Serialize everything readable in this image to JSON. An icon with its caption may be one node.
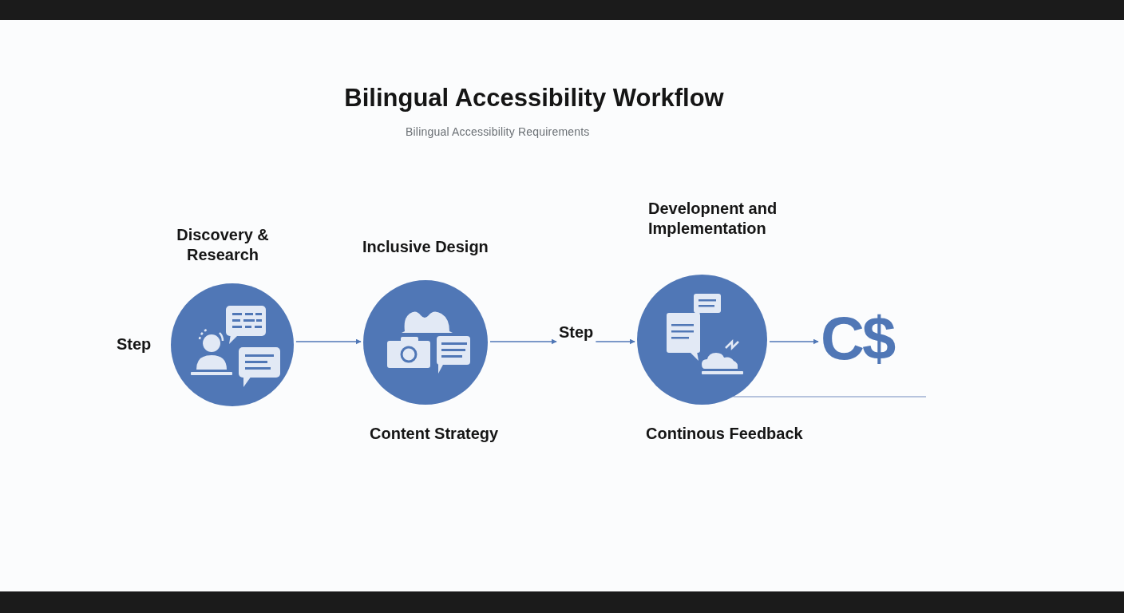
{
  "diagram": {
    "title": "Bilingual Accessibility Workflow",
    "nodes": [
      {
        "text": [
          "Discovery & Research"
        ]
      },
      {
        "text": [
          "Inclusive Design",
          "Content Strategy"
        ]
      },
      {
        "text": [
          "Step"
        ]
      },
      {
        "text": [
          "Developnent and Implementation",
          "Continous Feedback"
        ]
      },
      {
        "text": [
          "C$"
        ]
      }
    ],
    "edges": [
      {
        "from": 0,
        "to": 1,
        "arrow": "to"
      },
      {
        "from": 1,
        "to": 2,
        "arrow": "to"
      },
      {
        "from": 2,
        "to": 3,
        "arrow": "to"
      },
      {
        "from": 3,
        "to": 4,
        "arrow": "to"
      },
      {
        "from": 3,
        "to": null,
        "arrow": "none",
        "color": "#9fb1d2"
      }
    ],
    "labels": [
      "Bilingual Accessibility Requirements",
      "Step"
    ]
  }
}
